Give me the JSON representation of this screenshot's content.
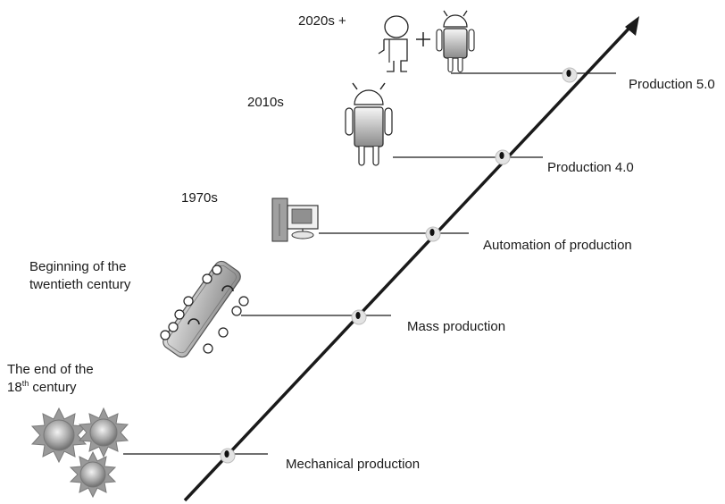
{
  "stages": [
    {
      "era": "The end of the",
      "era2_pre": "18",
      "era2_sup": "th",
      "era2_post": " century",
      "label": "Mechanical production"
    },
    {
      "era": "Beginning of the",
      "era2": "twentieth century",
      "label": "Mass production"
    },
    {
      "era": "1970s",
      "label": "Automation of production"
    },
    {
      "era": "2010s",
      "label": "Production 4.0"
    },
    {
      "era": "2020s +",
      "label": "Production 5.0"
    }
  ],
  "icons": {
    "mechanical": "gear-sun-icon",
    "mass": "conveyor-icon",
    "automation": "computer-icon",
    "p40": "robot-icon",
    "p50": "human-plus-robot-icon"
  },
  "colors": {
    "line": "#1a1a1a",
    "icon_gray": "#8c8c8c",
    "icon_light": "#e6e6e6"
  }
}
